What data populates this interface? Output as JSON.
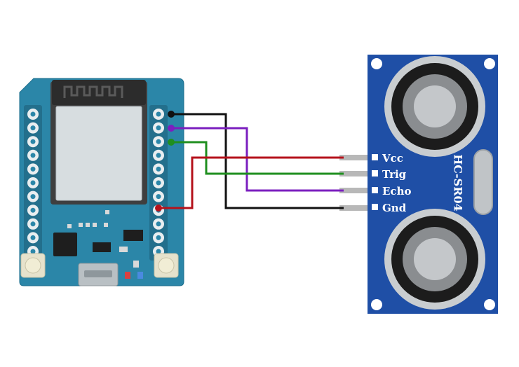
{
  "sensor": {
    "model": "HC-SR04",
    "pins": [
      {
        "label": "Vcc",
        "wire_color": "#b5121b"
      },
      {
        "label": "Trig",
        "wire_color": "#1f8f1f"
      },
      {
        "label": "Echo",
        "wire_color": "#7b1fbf"
      },
      {
        "label": "Gnd",
        "wire_color": "#111111"
      }
    ]
  },
  "colors": {
    "board_pcb": "#2b86a8",
    "sensor_pcb": "#1f4fa6",
    "module_shield": "#d7dde0",
    "pin_pad": "#e9eef0"
  }
}
